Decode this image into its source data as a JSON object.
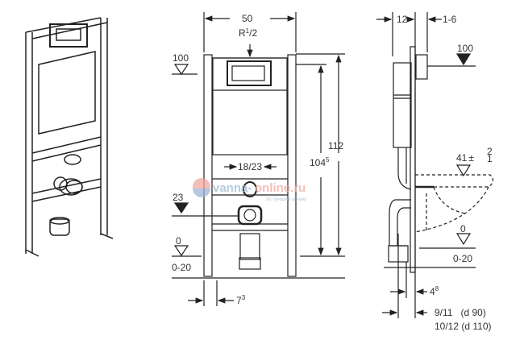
{
  "front_view": {
    "width_dim": "50",
    "connection": "R",
    "connection_sup": "1",
    "connection_sub": "/2",
    "level_100": "100",
    "height_112": "112",
    "height_104": "104",
    "height_104_sup": "5",
    "spacing_18_23": "18/23",
    "level_23": "23",
    "level_0": "0",
    "floor_range": "0-20",
    "foot_dim": "7",
    "foot_dim_sup": "3"
  },
  "side_view": {
    "depth_12": "12",
    "gap_1_6": "1-6",
    "level_100": "100",
    "level_41": "41",
    "level_41_tol_plus": "2",
    "level_41_tol_minus": "1",
    "level_0": "0",
    "floor_range": "0-20",
    "offset_4": "4",
    "offset_4_sup": "8",
    "offset_d90": "9/11   (d 90)",
    "offset_d110": "10/12 (d 110)"
  },
  "watermark": {
    "text_a": "vanna-",
    "text_b": "online.ru",
    "subtext": "по лучшим ценам",
    "color_a": "#9bb7d4",
    "color_b": "#f2a8a0"
  },
  "colors": {
    "line": "#222222",
    "text": "#333333"
  }
}
